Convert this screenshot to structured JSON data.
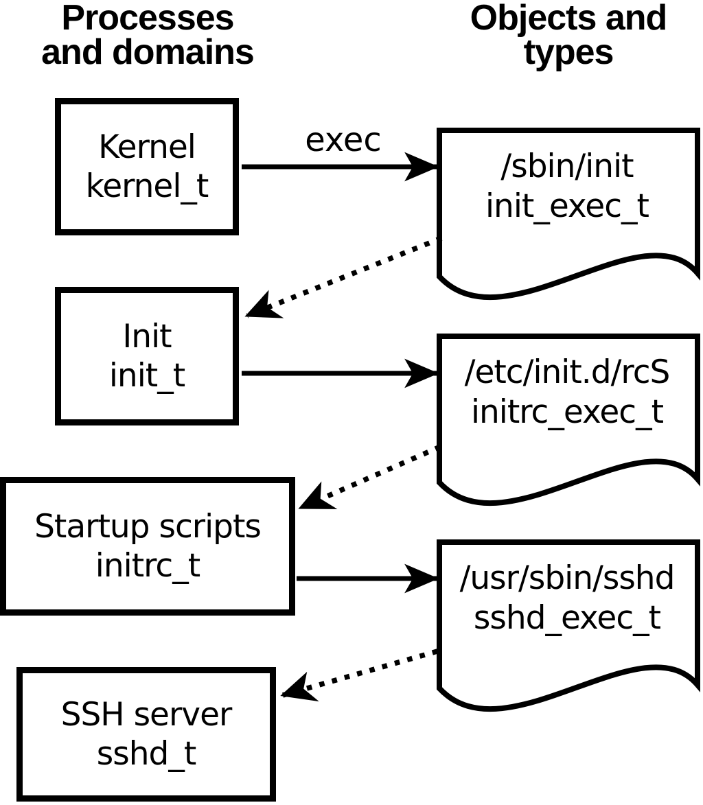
{
  "colors": {
    "foreground": "#000000",
    "background": "#ffffff"
  },
  "headers": {
    "left": {
      "line1": "Processes",
      "line2": "and domains"
    },
    "right": {
      "line1": "Objects and",
      "line2": "types"
    }
  },
  "processes": [
    {
      "name": "Kernel",
      "domain": "kernel_t"
    },
    {
      "name": "Init",
      "domain": "init_t"
    },
    {
      "name": "Startup scripts",
      "domain": "initrc_t"
    },
    {
      "name": "SSH server",
      "domain": "sshd_t"
    }
  ],
  "objects": [
    {
      "path": "/sbin/init",
      "type": "init_exec_t"
    },
    {
      "path": "/etc/init.d/rcS",
      "type": "initrc_exec_t"
    },
    {
      "path": "/usr/sbin/sshd",
      "type": "sshd_exec_t"
    }
  ],
  "labels": {
    "exec": "exec"
  }
}
